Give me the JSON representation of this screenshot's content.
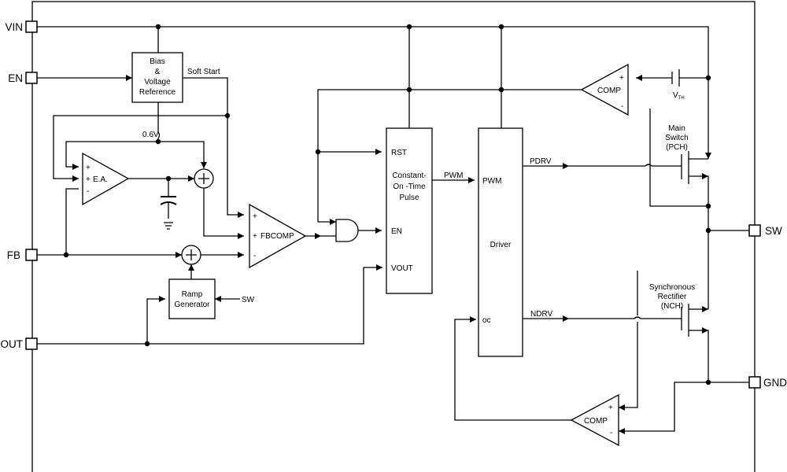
{
  "pins": {
    "vin": "VIN",
    "en": "EN",
    "fb": "FB",
    "out": "OUT",
    "sw": "SW",
    "gnd": "GND"
  },
  "blocks": {
    "bias": [
      "Bias",
      "&",
      "Voltage",
      "Reference"
    ],
    "soft_start": "Soft Start",
    "ref_voltage": "0.6V",
    "error_amp": "E.A.",
    "fbcomp": "FBCOMP",
    "ramp": [
      "Ramp",
      "Generator"
    ],
    "ramp_sw": "SW",
    "cot": {
      "rst": "RST",
      "title": [
        "Constant-",
        "On -Time",
        "Pulse"
      ],
      "en": "EN",
      "vout": "VOUT"
    },
    "pwm_signal": "PWM",
    "driver": {
      "pwm": "PWM",
      "title": "Driver",
      "oc": "oc"
    },
    "pdrv": "PDRV",
    "ndrv": "NDRV",
    "comp_top": "COMP",
    "comp_bottom": "COMP",
    "vth": {
      "main": "V",
      "sub": "TH"
    },
    "main_switch": [
      "Main",
      "Switch",
      "(PCH)"
    ],
    "sync_rect": [
      "Synchronous",
      "Rectifier",
      "(NCH)"
    ]
  },
  "symbols": {
    "plus": "+",
    "minus": "-"
  }
}
